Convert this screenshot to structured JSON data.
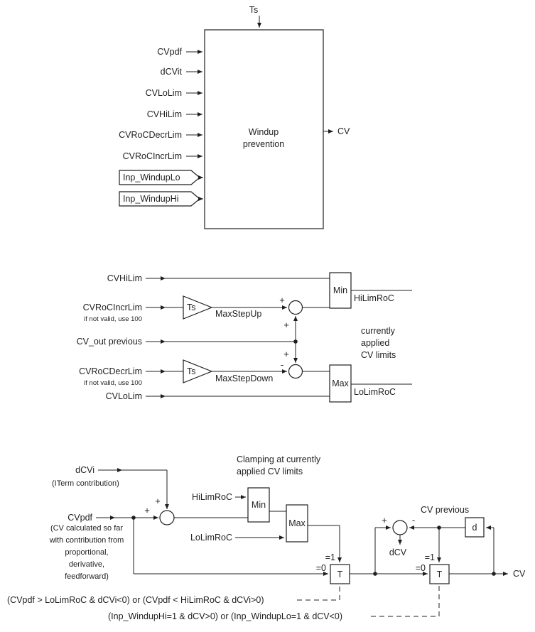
{
  "colors": {
    "ink": "#1f1f1f",
    "background": "#ffffff"
  },
  "signs": {
    "plus": "+",
    "minus": "-"
  },
  "top": {
    "ts_label": "Ts",
    "inputs": [
      "CVpdf",
      "dCVit",
      "CVLoLim",
      "CVHiLim",
      "CVRoCDecrLim",
      "CVRoCIncrLim"
    ],
    "tag_inputs": [
      "Inp_WindupLo",
      "Inp_WindupHi"
    ],
    "block_title_line1": "Windup",
    "block_title_line2": "prevention",
    "output_label": "CV"
  },
  "mid": {
    "cvhilim_label": "CVHiLim",
    "cvrocincrlim_label": "CVRoCIncrLim",
    "not_valid_note": "if not valid, use 100",
    "gain_label": "Ts",
    "maxstepup_label": "MaxStepUp",
    "min_label": "Min",
    "hilimroc_label": "HiLimRoC",
    "cv_out_previous_label": "CV_out previous",
    "cvrocdecrlim_label": "CVRoCDecrLim",
    "maxstepdown_label": "MaxStepDown",
    "max_label": "Max",
    "lolimroc_label": "LoLimRoC",
    "cvlolim_label": "CVLoLim",
    "note_lines": [
      "currently",
      "applied",
      "CV limits"
    ]
  },
  "bottom": {
    "title_line1": "Clamping at currently",
    "title_line2": "applied CV limits",
    "dcvi_label": "dCVi",
    "iterm_note": "(ITerm contribution)",
    "cvpdf_label": "CVpdf",
    "cvpdf_note_lines": [
      "(CV calculated so far",
      "with contribution from",
      "proportional,",
      "derivative,",
      "feedforward)"
    ],
    "hilimroc_label": "HiLimRoC",
    "lolimroc_label": "LoLimRoC",
    "min_label": "Min",
    "max_label": "Max",
    "switch_label": "T",
    "eq1_label": "=1",
    "eq0_label": "=0",
    "cv_previous_label": "CV previous",
    "delay_label": "d",
    "dcv_label": "dCV",
    "cv_output_label": "CV",
    "condition1": "(CVpdf > LoLimRoC & dCVi<0) or (CVpdf < HiLimRoC & dCVi>0)",
    "condition2": "(Inp_WindupHi=1 & dCV>0) or (Inp_WindupLo=1 & dCV<0)"
  }
}
